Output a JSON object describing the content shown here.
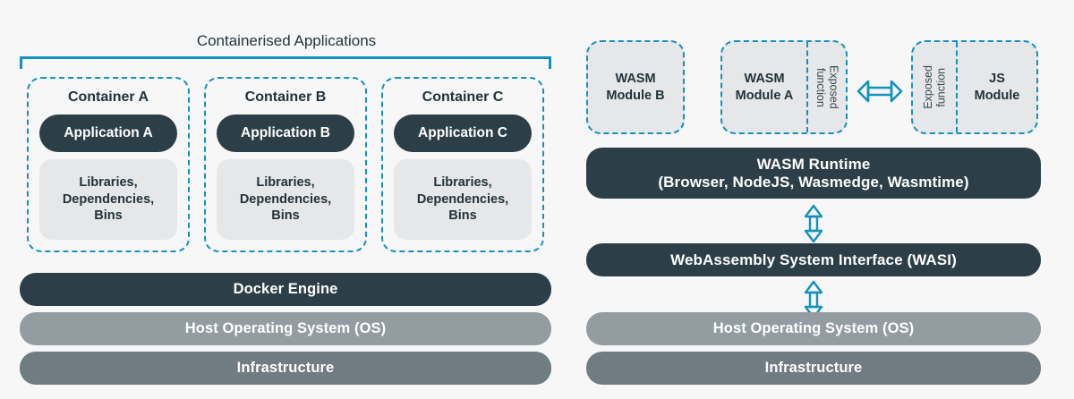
{
  "colors": {
    "background": "#f7f7f7",
    "accent": "#1391bf",
    "dark": "#2c3e47",
    "gray_light": "#939ca0",
    "gray_dark": "#6f7c82",
    "box_fill": "#e5e7e8",
    "text_dark": "#22333b"
  },
  "left_panel": {
    "title": "Containerised Applications",
    "containers": [
      {
        "label": "Container A",
        "app": "Application A",
        "libs": "Libraries,\nDependencies,\nBins"
      },
      {
        "label": "Container B",
        "app": "Application B",
        "libs": "Libraries,\nDependencies,\nBins"
      },
      {
        "label": "Container C",
        "app": "Application C",
        "libs": "Libraries,\nDependencies,\nBins"
      }
    ],
    "stack": [
      {
        "label": "Docker Engine",
        "tone": "dark"
      },
      {
        "label": "Host Operating System (OS)",
        "tone": "gray-light"
      },
      {
        "label": "Infrastructure",
        "tone": "gray-dark"
      }
    ]
  },
  "right_panel": {
    "modules": {
      "wasm_b": "WASM\nModule B",
      "wasm_a": "WASM\nModule A",
      "exposed_left": "Exposed\nfunction",
      "exposed_right": "Exposed\nfunction",
      "js": "JS\nModule"
    },
    "stack": [
      {
        "label": "WASM Runtime\n(Browser, NodeJS, Wasmedge, Wasmtime)",
        "tone": "dark"
      },
      {
        "label": "WebAssembly System Interface (WASI)",
        "tone": "dark"
      },
      {
        "label": "Host Operating System (OS)",
        "tone": "gray-light"
      },
      {
        "label": "Infrastructure",
        "tone": "gray-dark"
      }
    ],
    "connectors": {
      "horizontal": "double-headed-horizontal-arrow",
      "vertical_runtime_wasi": "double-headed-vertical-arrow",
      "vertical_wasi_os": "double-headed-vertical-arrow"
    }
  }
}
